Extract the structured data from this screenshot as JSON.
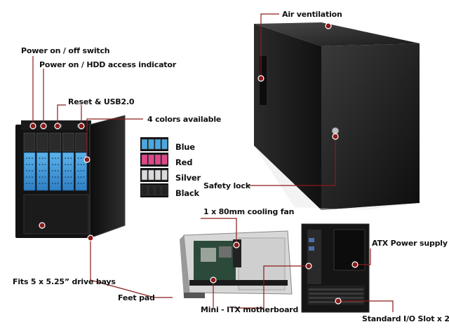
{
  "callouts": {
    "air_ventilation": "Air ventilation",
    "power_switch": "Power on / off switch",
    "hdd_indicator": "Power on / HDD access indicator",
    "reset_usb": "Reset & USB2.0",
    "colors_available": "4 colors available",
    "safety_lock": "Safety lock",
    "cooling_fan": "1 x 80mm cooling fan",
    "atx_power": "ATX Power supply",
    "drive_bays": "Fits 5 x 5.25” drive bays",
    "feet_pad": "Feet pad",
    "motherboard": "Mini - ITX motherboard",
    "io_slot": "Standard I/O Slot x 2"
  },
  "color_options": [
    {
      "name": "Blue",
      "hex": "#4aa8e0"
    },
    {
      "name": "Red",
      "hex": "#e0478a"
    },
    {
      "name": "Silver",
      "hex": "#d9dadc"
    },
    {
      "name": "Black",
      "hex": "#222222"
    }
  ],
  "colors": {
    "leader": "#8b1a1a",
    "dot": "#8b1a1a",
    "case_body": "#1c1c1c",
    "case_top": "#2a2a2a",
    "bay_blue": "#3d8fd0"
  },
  "icons": {
    "callout_marker": "circle-dot"
  }
}
